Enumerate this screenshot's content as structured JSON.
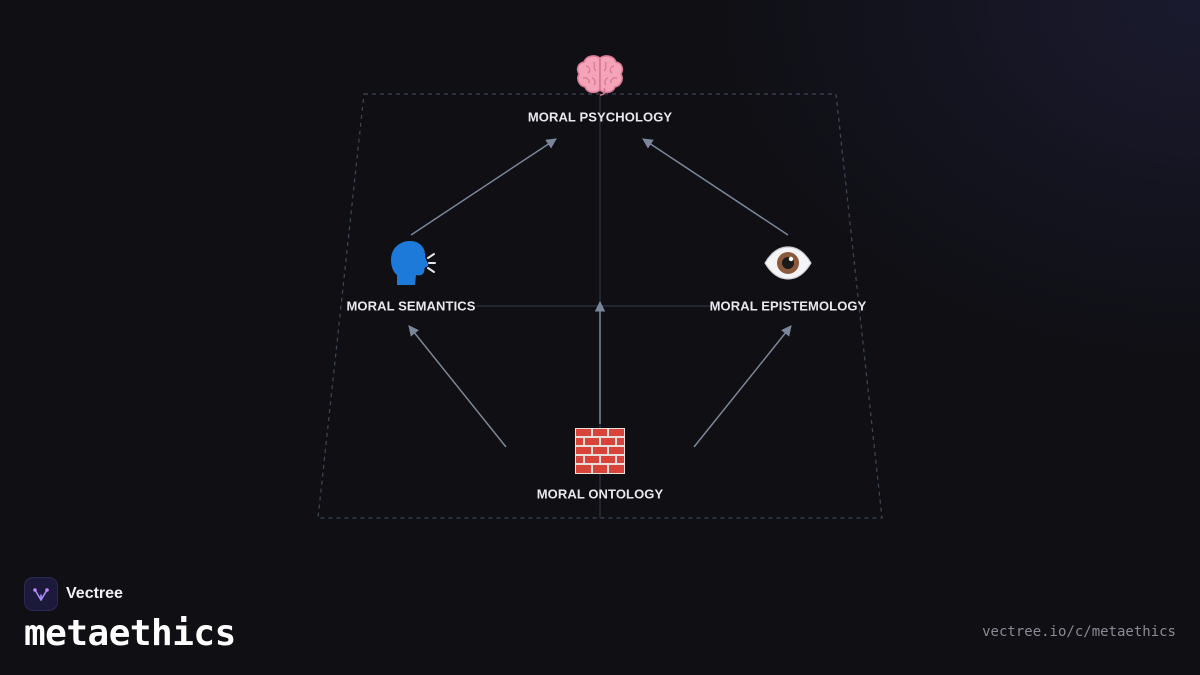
{
  "nodes": {
    "psychology": {
      "label": "MORAL PSYCHOLOGY",
      "icon": "brain-icon"
    },
    "semantics": {
      "label": "MORAL SEMANTICS",
      "icon": "speaking-head-icon"
    },
    "epistemology": {
      "label": "MORAL EPISTEMOLOGY",
      "icon": "eye-icon"
    },
    "ontology": {
      "label": "MORAL ONTOLOGY",
      "icon": "bricks-icon"
    }
  },
  "edges": [
    {
      "from": "semantics",
      "to": "psychology"
    },
    {
      "from": "epistemology",
      "to": "psychology"
    },
    {
      "from": "ontology",
      "to": "semantics"
    },
    {
      "from": "ontology",
      "to": "epistemology"
    },
    {
      "from": "ontology",
      "to": "center"
    }
  ],
  "brand": {
    "name": "Vectree"
  },
  "page": {
    "title": "metaethics",
    "url": "vectree.io/c/metaethics"
  },
  "colors": {
    "background": "#0f0f14",
    "edge": "#7a8699",
    "frame": "#3a4454",
    "label": "#e8e8ee",
    "accent": "#8b5cf6"
  }
}
